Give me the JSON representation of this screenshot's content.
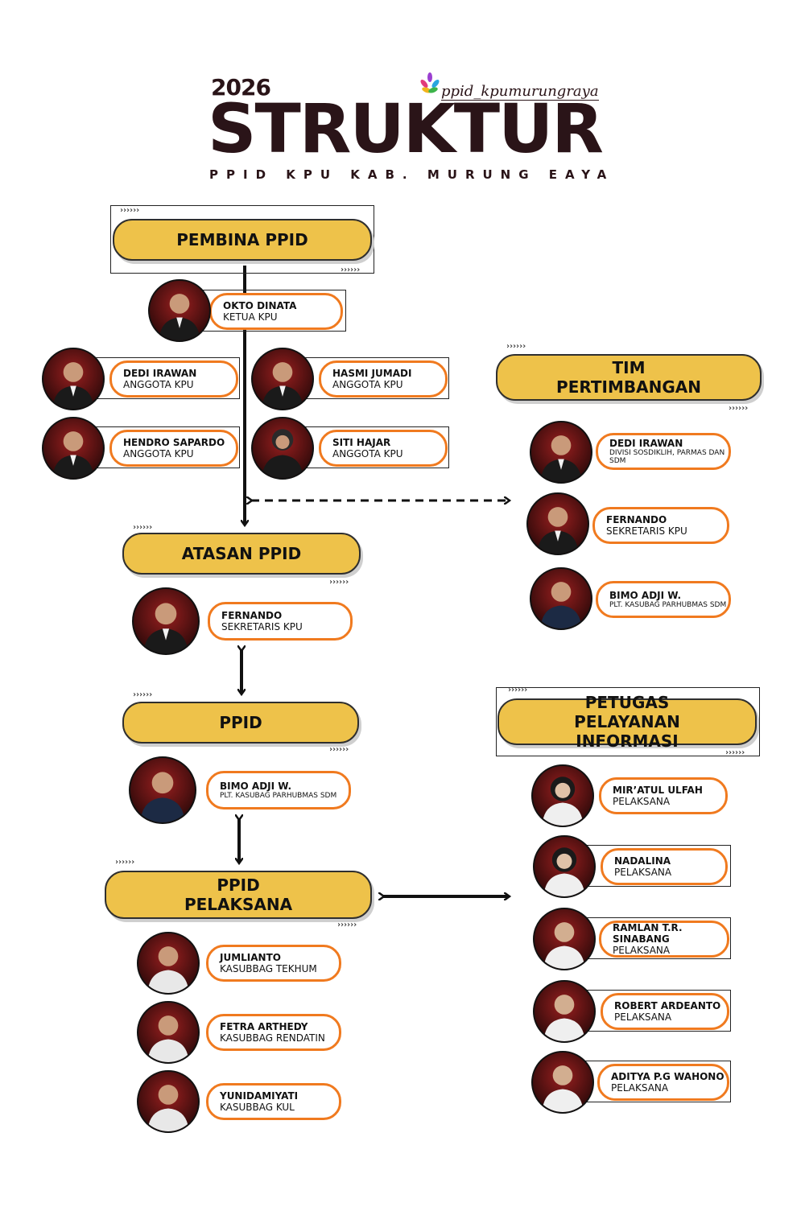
{
  "header": {
    "year": "2026",
    "title": "STRUKTUR",
    "subtitle": "PPID KPU KAB. MURUNG EAYA",
    "handle": "ppid_kpumurungraya"
  },
  "sections": {
    "pembina": "PEMBINA PPID",
    "tim": "TIM PERTIMBANGAN",
    "atasan": "ATASAN PPID",
    "ppid": "PPID",
    "petugas": "PETUGAS PELAYANAN INFORMASI",
    "pelaksana": "PPID PELAKSANA"
  },
  "pembina_members": {
    "ketua": {
      "name": "OKTO DINATA",
      "role": "KETUA KPU"
    },
    "anggota": [
      {
        "name": "DEDI IRAWAN",
        "role": "ANGGOTA KPU"
      },
      {
        "name": "HASMI JUMADI",
        "role": "ANGGOTA KPU"
      },
      {
        "name": "HENDRO SAPARDO",
        "role": "ANGGOTA KPU"
      },
      {
        "name": "SITI HAJAR",
        "role": "ANGGOTA KPU"
      }
    ]
  },
  "tim_members": [
    {
      "name": "DEDI IRAWAN",
      "role": "DIVISI SOSDIKLIH, PARMAS DAN SDM"
    },
    {
      "name": "FERNANDO",
      "role": "SEKRETARIS KPU"
    },
    {
      "name": "BIMO ADJI W.",
      "role": "PLT. KASUBAG PARHUBMAS SDM"
    }
  ],
  "atasan_member": {
    "name": "FERNANDO",
    "role": "SEKRETARIS KPU"
  },
  "ppid_member": {
    "name": "BIMO ADJI W.",
    "role": "PLT. KASUBAG PARHUBMAS SDM"
  },
  "pelaksana_members": [
    {
      "name": "JUMLIANTO",
      "role": "KASUBBAG  TEKHUM"
    },
    {
      "name": "FETRA ARTHEDY",
      "role": "KASUBBAG  RENDATIN"
    },
    {
      "name": "YUNIDAMIYATI",
      "role": "KASUBBAG  KUL"
    }
  ],
  "petugas_members": [
    {
      "name": "MIR’ATUL ULFAH",
      "role": "PELAKSANA"
    },
    {
      "name": "NADALINA",
      "role": "PELAKSANA"
    },
    {
      "name": "RAMLAN T.R. SINABANG",
      "role": "PELAKSANA"
    },
    {
      "name": "ROBERT ARDEANTO",
      "role": "PELAKSANA"
    },
    {
      "name": "ADITYA P.G WAHONO",
      "role": "PELAKSANA"
    }
  ],
  "colors": {
    "pill": "#eec24a",
    "card_border": "#f07a1f",
    "photo_bg": "#7a1414",
    "title": "#2a1418"
  },
  "icons": {
    "logo": "flower-logo-icon",
    "photo": "person-photo-icon",
    "chevrons": "chevron-right-icon"
  }
}
